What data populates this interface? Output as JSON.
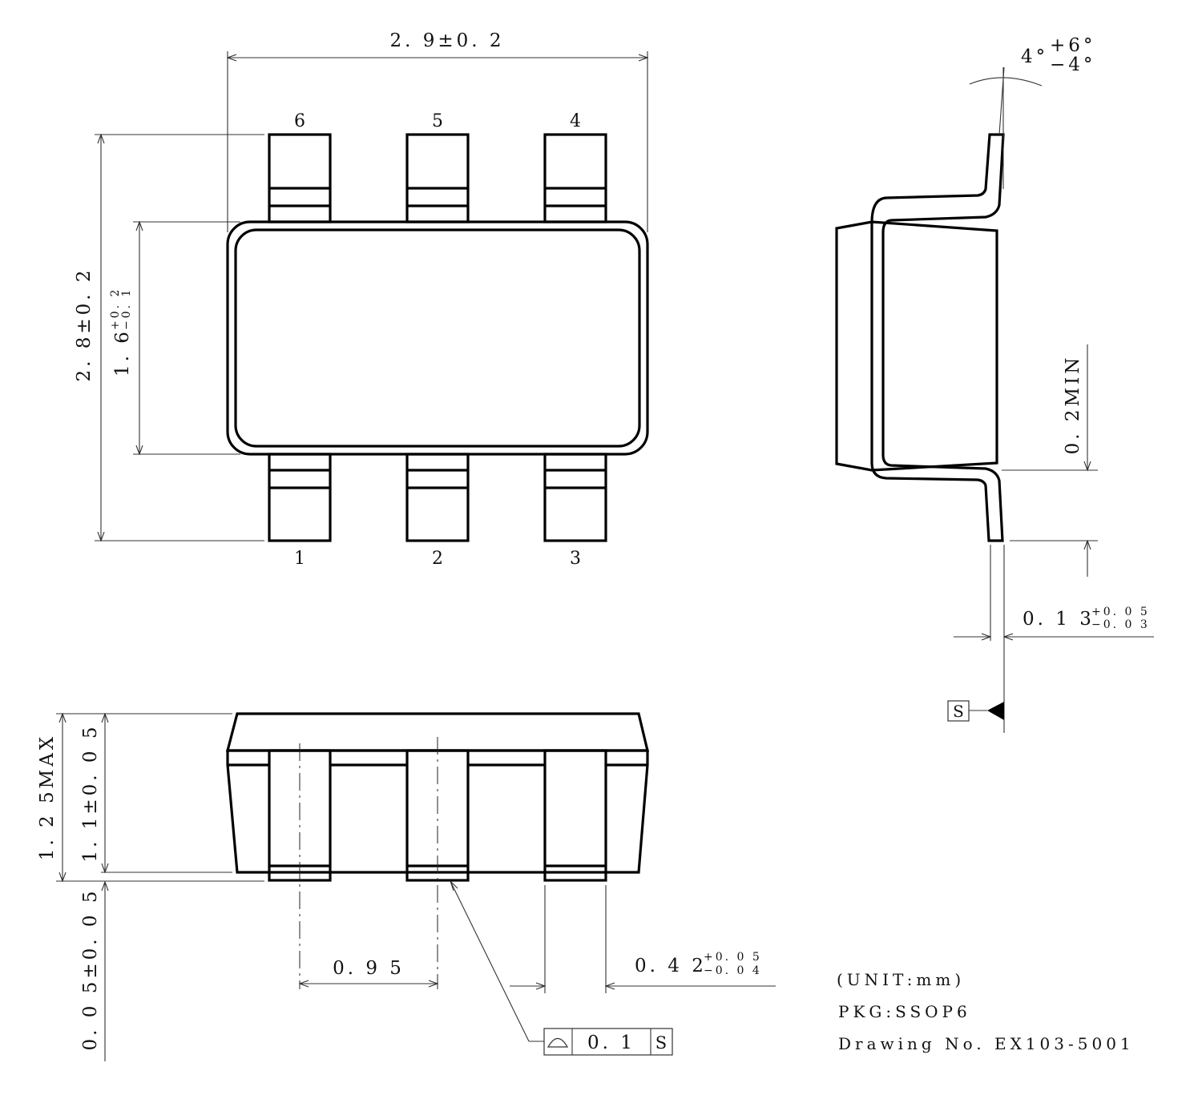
{
  "drawing": {
    "package": "SSOP6",
    "unit_note": "(UNIT:mm)",
    "pkg_label": "PKG:SSOP6",
    "drawing_no_label": "Drawing No. EX103-5001"
  },
  "top_view": {
    "pins_top": [
      "6",
      "5",
      "4"
    ],
    "pins_bottom": [
      "1",
      "2",
      "3"
    ],
    "dims": {
      "overall_width": "2. 9±0. 2",
      "overall_length": "2. 8±0. 2",
      "body_length_base": "1. 6",
      "body_length_tol_plus": "+0. 2",
      "body_length_tol_minus": "−0. 1"
    }
  },
  "side_view": {
    "dims": {
      "lead_angle_base": "4°",
      "lead_angle_tol_plus": "+6°",
      "lead_angle_tol_minus": "−4°",
      "standoff": "0. 2MIN",
      "lead_thickness_base": "0. 1 3",
      "lead_thickness_tol_plus": "+0. 0 5",
      "lead_thickness_tol_minus": "−0. 0 3"
    },
    "datum": "S"
  },
  "front_view": {
    "dims": {
      "max_height": "1. 2 5MAX",
      "body_height": "1. 1±0. 0 5",
      "standoff_height": "0. 0 5±0. 0 5",
      "pitch": "0. 9 5",
      "lead_width_base": "0. 4 2",
      "lead_width_tol_plus": "+0. 0 5",
      "lead_width_tol_minus": "−0. 0 4"
    },
    "tolerance_frame": {
      "symbol": "profile-of-surface",
      "value": "0. 1",
      "datum": "S"
    }
  }
}
